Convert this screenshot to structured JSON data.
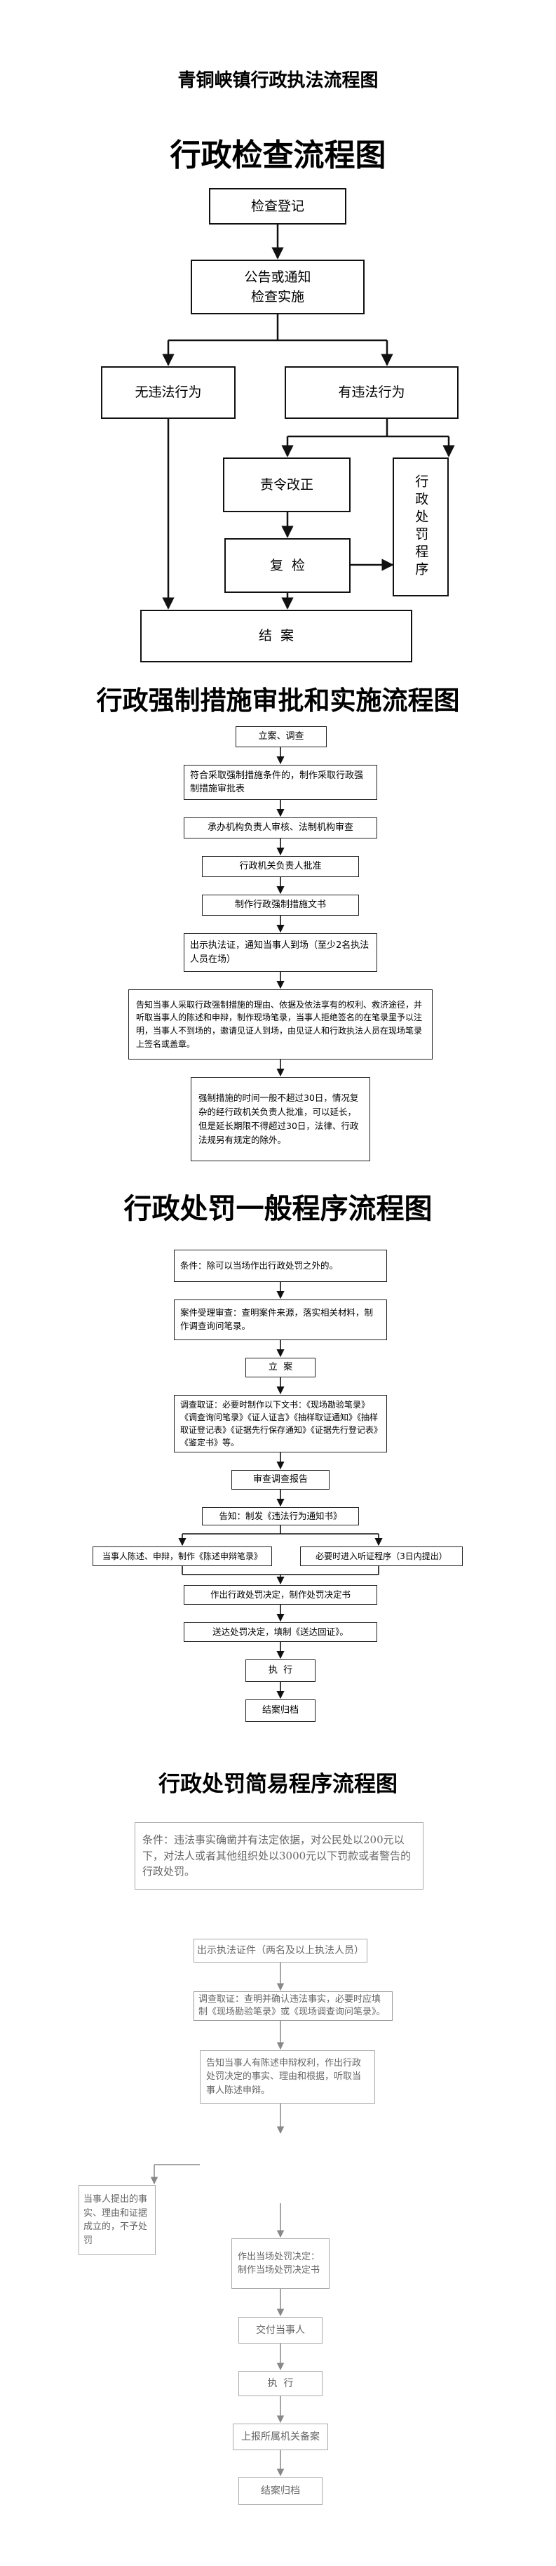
{
  "page_title": "青铜峡镇行政执法流程图",
  "s1": {
    "title": "行政检查流程图",
    "check_register": "检查登记",
    "notice": "公告或通知\n检查实施",
    "no_violation": "无违法行为",
    "has_violation": "有违法行为",
    "order_correct": "责令改正",
    "review": "复  检",
    "penalty_procedure": "行政处罚程序",
    "close_case": "结  案"
  },
  "s2": {
    "title": "行政强制措施审批和实施流程图",
    "steps": [
      "立案、调查",
      "符合采取强制措施条件的，制作采取行政强制措施审批表",
      "承办机构负责人审核、法制机构审查",
      "行政机关负责人批准",
      "制作行政强制措施文书",
      "出示执法证，通知当事人到场（至少2名执法人员在场）",
      "告知当事人采取行政强制措施的理由、依据及依法享有的权利、救济途径，并听取当事人的陈述和申辩，制作现场笔录，当事人拒绝签名的在笔录里予以注明，当事人不到场的，邀请见证人到场，由见证人和行政执法人员在现场笔录上签名或盖章。",
      "强制措施的时间一般不超过30日，情况复杂的经行政机关负责人批准，可以延长，但是延长期限不得超过30日，法律、行政法规另有规定的除外。"
    ]
  },
  "s3": {
    "title": "行政处罚一般程序流程图",
    "condition": "条件：除可以当场作出行政处罚之外的。",
    "accept": "案件受理审查：查明案件来源，落实相关材料，制作调查询问笔录。",
    "file": "立  案",
    "investigate": "调查取证：必要时制作以下文书：《现场勘验笔录》《调查询问笔录》《证人证言》《抽样取证通知》《抽样取证登记表》《证据先行保存通知》《证据先行登记表》《鉴定书》等。",
    "report": "审查调查报告",
    "notify": "告知：制发《违法行为通知书》",
    "statement": "当事人陈述、申辩，制作《陈述申辩笔录》",
    "hearing": "必要时进入听证程序（3日内提出）",
    "decision": "作出行政处罚决定，制作处罚决定书",
    "deliver": "送达处罚决定，填制《送达回证》。",
    "execute": "执  行",
    "archive": "结案归档"
  },
  "s4": {
    "title": "行政处罚简易程序流程图",
    "condition": "条件：违法事实确凿并有法定依据，对公民处以200元以下，对法人或者其他组织处以3000元以下罚款或者警告的行政处罚。",
    "show_cert": "出示执法证件（两名及以上执法人员）",
    "investigate": "调查取证：查明并确认违法事实，必要时应填制《现场勘验笔录》或《现场调查询问笔录》。",
    "inform": "告知当事人有陈述申辩权利，作出行政处罚决定的事实、理由和根据，听取当事人陈述申辩。",
    "side_note": "当事人提出的事实、理由和证据成立的，不予处罚",
    "decision": "作出当场处罚决定：制作当场处罚决定书",
    "deliver": "交付当事人",
    "execute": "执  行",
    "report": "上报所属机关备案",
    "archive": "结案归档"
  }
}
